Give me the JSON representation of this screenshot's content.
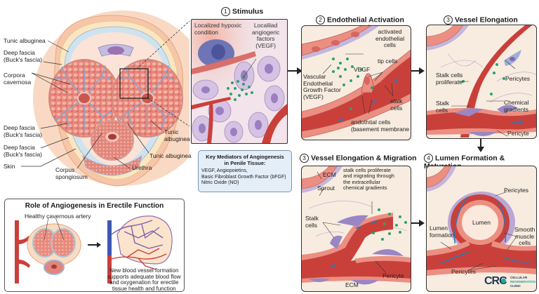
{
  "cross_section": {
    "labels": {
      "tunic_top": "Tunic albuginea",
      "deep_fascia_top": "Deep fascia\n(Buck's fascia)",
      "corpora": "Corpora\ncavernosa",
      "deep_fascia_mid": "Deep fascia\n(Buck's fascia)",
      "deep_fascia_low": "Deep fascia\n(Buck's fascia)",
      "skin": "Skin",
      "corpus_spongiosum": "Corpus\nspongiosum",
      "urethra": "Urethra",
      "tunic_right1": "Tunic\nalbuginea",
      "tunic_right2": "Tunic albuginea"
    }
  },
  "role_box": {
    "title": "Role of Angiogenesis in Erectile Function",
    "artery_label": "Healthy cavernous artery",
    "caption": "New blood vessel formation\nsupports adequate blood flow\nand oxygenation for erectile\ntissue health and function"
  },
  "mediators": {
    "title": "Key Mediators of Angiogenesis\nin Penile Tissue:",
    "body": "VEGF, Angiopoietins,\nBasic Fibroblast Growth Factor (bFGF)\nNitric Oxide (NO)"
  },
  "steps": [
    {
      "number": "1",
      "title": "Stimulus",
      "labels": {
        "hypoxic": "Localized hypoxic\ncondition",
        "factors": "Localilad\nangiogeric\nfactors\n(VEGF)"
      }
    },
    {
      "number": "2",
      "title": "Endothelial Activation\n& Sprouting",
      "labels": {
        "activated": "activated\nendothelial\ncells",
        "tip": "tip cells",
        "vegf": "VEGF",
        "vegf_full": "Vascular\nEndothelial\nGrowth Factor\n(VEGF)",
        "stalk": "stalk\ncells",
        "basement": "andothtial cells\n(basement membrane"
      }
    },
    {
      "number": "3",
      "title": "Vessel Elongation\n& Migration",
      "labels": {
        "stalk_prolif": "Stalk cells\nproliferate",
        "pericytes": "Pericytes",
        "stalk": "Stalk\ncells",
        "chemical": "Chemical\ngradients",
        "pericyte": "Pericyte"
      }
    },
    {
      "number": "3",
      "title": "Vessel Elongation & Migration",
      "labels": {
        "ecm_top": "ECM",
        "sprout": "Sprout",
        "note": "stalk cells proliferate\nand migrating through\nthe extracellular\nchemical gradients",
        "stalk": "Stalk\ncells",
        "pericyte": "Pericyte",
        "ecm_bottom": "ECM"
      }
    },
    {
      "number": "4",
      "title": "Lumen Formation & Maturation",
      "labels": {
        "pericytes_top": "Pericytes",
        "lumen": "Lumen",
        "lumen_formation": "Lumen\nformation",
        "smooth": "Smooth\nmuscle\ncells",
        "pericytes_bottom": "Pericytes"
      }
    }
  ],
  "logo": {
    "mark": "CRC",
    "line1": "CELLULAR",
    "line2": "REGENERATION",
    "line3": "CLINIC"
  },
  "colors": {
    "vessel_red": "#c9403a",
    "endothelium": "#e98778",
    "pericyte_purple": "#9b86c4",
    "vegf_green": "#2aa36b",
    "panel_bg": "#f7ecdf",
    "mediator_bg": "#e4eef8",
    "logo_teal": "#1aa999"
  }
}
